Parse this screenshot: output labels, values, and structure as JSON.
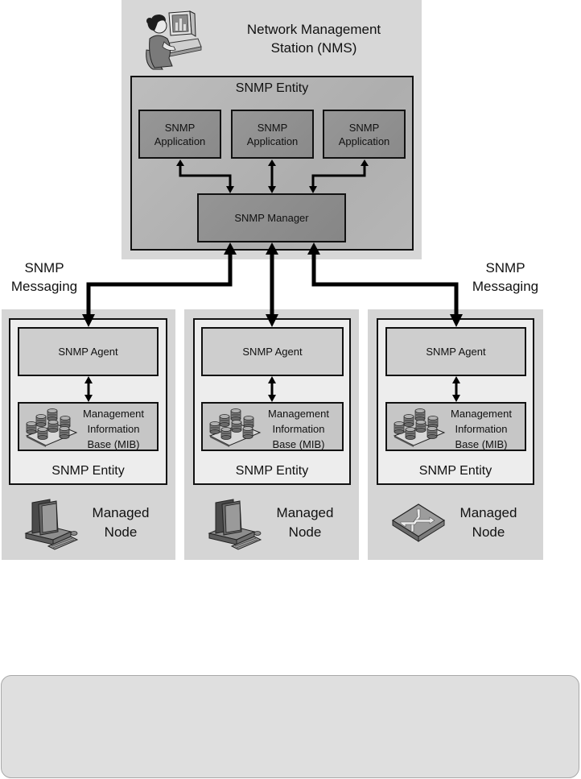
{
  "nms": {
    "title_line1": "Network Management",
    "title_line2": "Station (NMS)",
    "icon": "person-at-computer-icon",
    "entity_label": "SNMP Entity",
    "applications": [
      {
        "line1": "SNMP",
        "line2": "Application"
      },
      {
        "line1": "SNMP",
        "line2": "Application"
      },
      {
        "line1": "SNMP",
        "line2": "Application"
      }
    ],
    "manager_label": "SNMP Manager"
  },
  "messaging": {
    "left": {
      "line1": "SNMP",
      "line2": "Messaging"
    },
    "right": {
      "line1": "SNMP",
      "line2": "Messaging"
    }
  },
  "nodes": [
    {
      "agent_label": "SNMP Agent",
      "mib": {
        "line1": "Management",
        "line2": "Information",
        "line3": "Base (MIB)"
      },
      "entity_label": "SNMP Entity",
      "node_label_line1": "Managed",
      "node_label_line2": "Node",
      "icon": "desktop-computer-icon"
    },
    {
      "agent_label": "SNMP Agent",
      "mib": {
        "line1": "Management",
        "line2": "Information",
        "line3": "Base (MIB)"
      },
      "entity_label": "SNMP Entity",
      "node_label_line1": "Managed",
      "node_label_line2": "Node",
      "icon": "desktop-computer-icon"
    },
    {
      "agent_label": "SNMP Agent",
      "mib": {
        "line1": "Management",
        "line2": "Information",
        "line3": "Base (MIB)"
      },
      "entity_label": "SNMP Entity",
      "node_label_line1": "Managed",
      "node_label_line2": "Node",
      "icon": "router-icon"
    }
  ],
  "footer": {
    "content": ""
  },
  "colors": {
    "nms_background": "#d7d7d7",
    "entity_fill": "#b4b4b4",
    "application_fill": "#909090",
    "node_background": "#d5d5d5",
    "node_entity_fill": "#ededed",
    "agent_fill": "#cecece",
    "mib_fill": "#c6c6c6",
    "connector": "#000000"
  }
}
